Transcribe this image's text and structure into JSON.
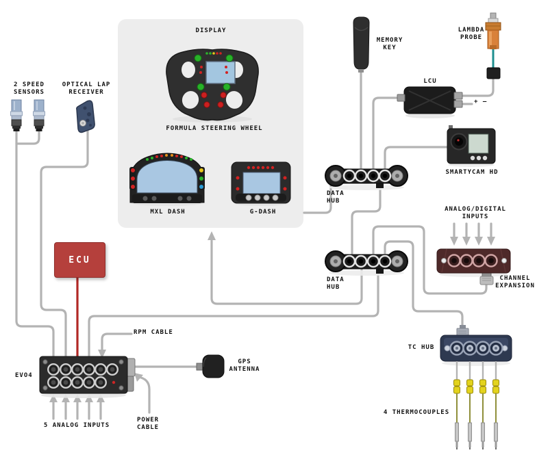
{
  "labels": {
    "speed_sensors": "2 SPEED\nSENSORS",
    "optical_lap_receiver": "OPTICAL LAP\nRECEIVER",
    "display": "DISPLAY",
    "formula_steering_wheel": "FORMULA STEERING WHEEL",
    "mxl_dash": "MXL DASH",
    "g_dash": "G-DASH",
    "memory_key": "MEMORY\nKEY",
    "lambda_probe": "LAMBDA\nPROBE",
    "lcu": "LCU",
    "plus_minus": "+ –",
    "smartycam_hd": "SMARTYCAM HD",
    "data_hub_1": "DATA\nHUB",
    "data_hub_2": "DATA\nHUB",
    "analog_digital_inputs": "ANALOG/DIGITAL\nINPUTS",
    "channel_expansion": "CHANNEL\nEXPANSION",
    "tc_hub": "TC HUB",
    "thermocouples": "4 THERMOCOUPLES",
    "ecu": "ECU",
    "rpm_cable": "RPM CABLE",
    "evo4": "EVO4",
    "gps_antenna": "GPS\nANTENNA",
    "power_cable": "POWER\nCABLE",
    "analog_inputs_5": "5 ANALOG INPUTS"
  },
  "colors": {
    "background": "#ffffff",
    "cable": "#b3b3b3",
    "ecu_box": "#b5403c",
    "ecu_cable": "#b22826",
    "display_panel": "#ededed",
    "label_text": "#111111",
    "lambda_wire": "#1f8f8f",
    "thermocouple_wire": "#8f8f3a",
    "thermocouple_connector": "#e3d31d"
  }
}
